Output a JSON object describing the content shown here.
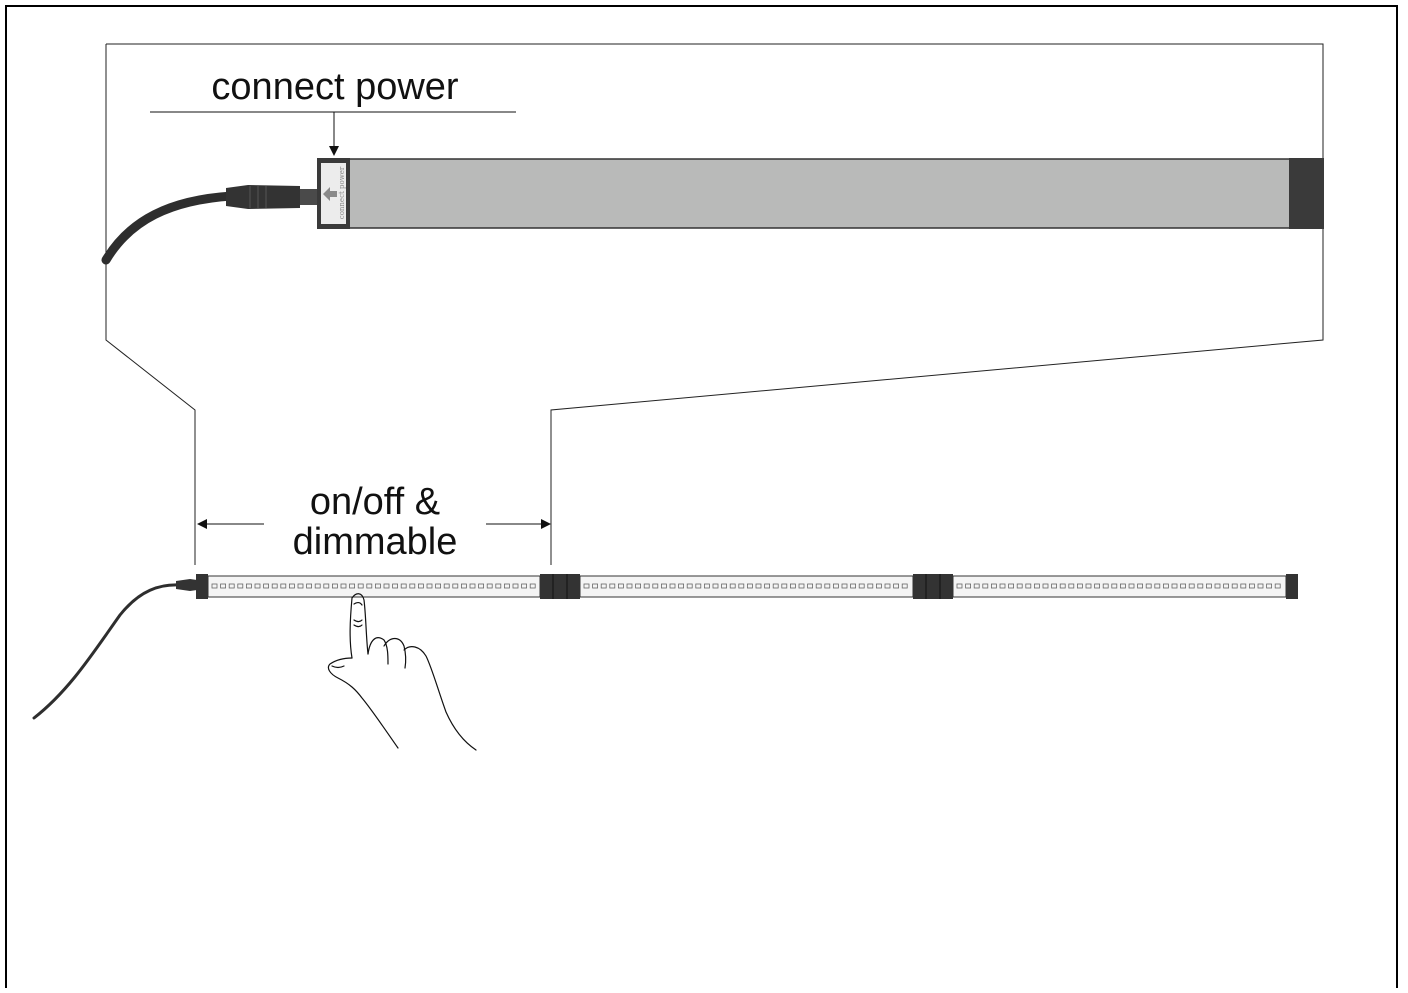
{
  "labels": {
    "connect_power": "connect power",
    "connector_tab_text": "connect power",
    "on_off_line1": "on/off &",
    "on_off_line2": "dimmable"
  },
  "icons": {
    "arrow": "arrow-left-icon",
    "hand": "pointing-hand-icon"
  },
  "colors": {
    "bar_fill": "#b9bab9",
    "end_cap": "#3a3a3a",
    "cable": "#2e2e2e",
    "line": "#111111",
    "connector_tab": "#ececec"
  }
}
